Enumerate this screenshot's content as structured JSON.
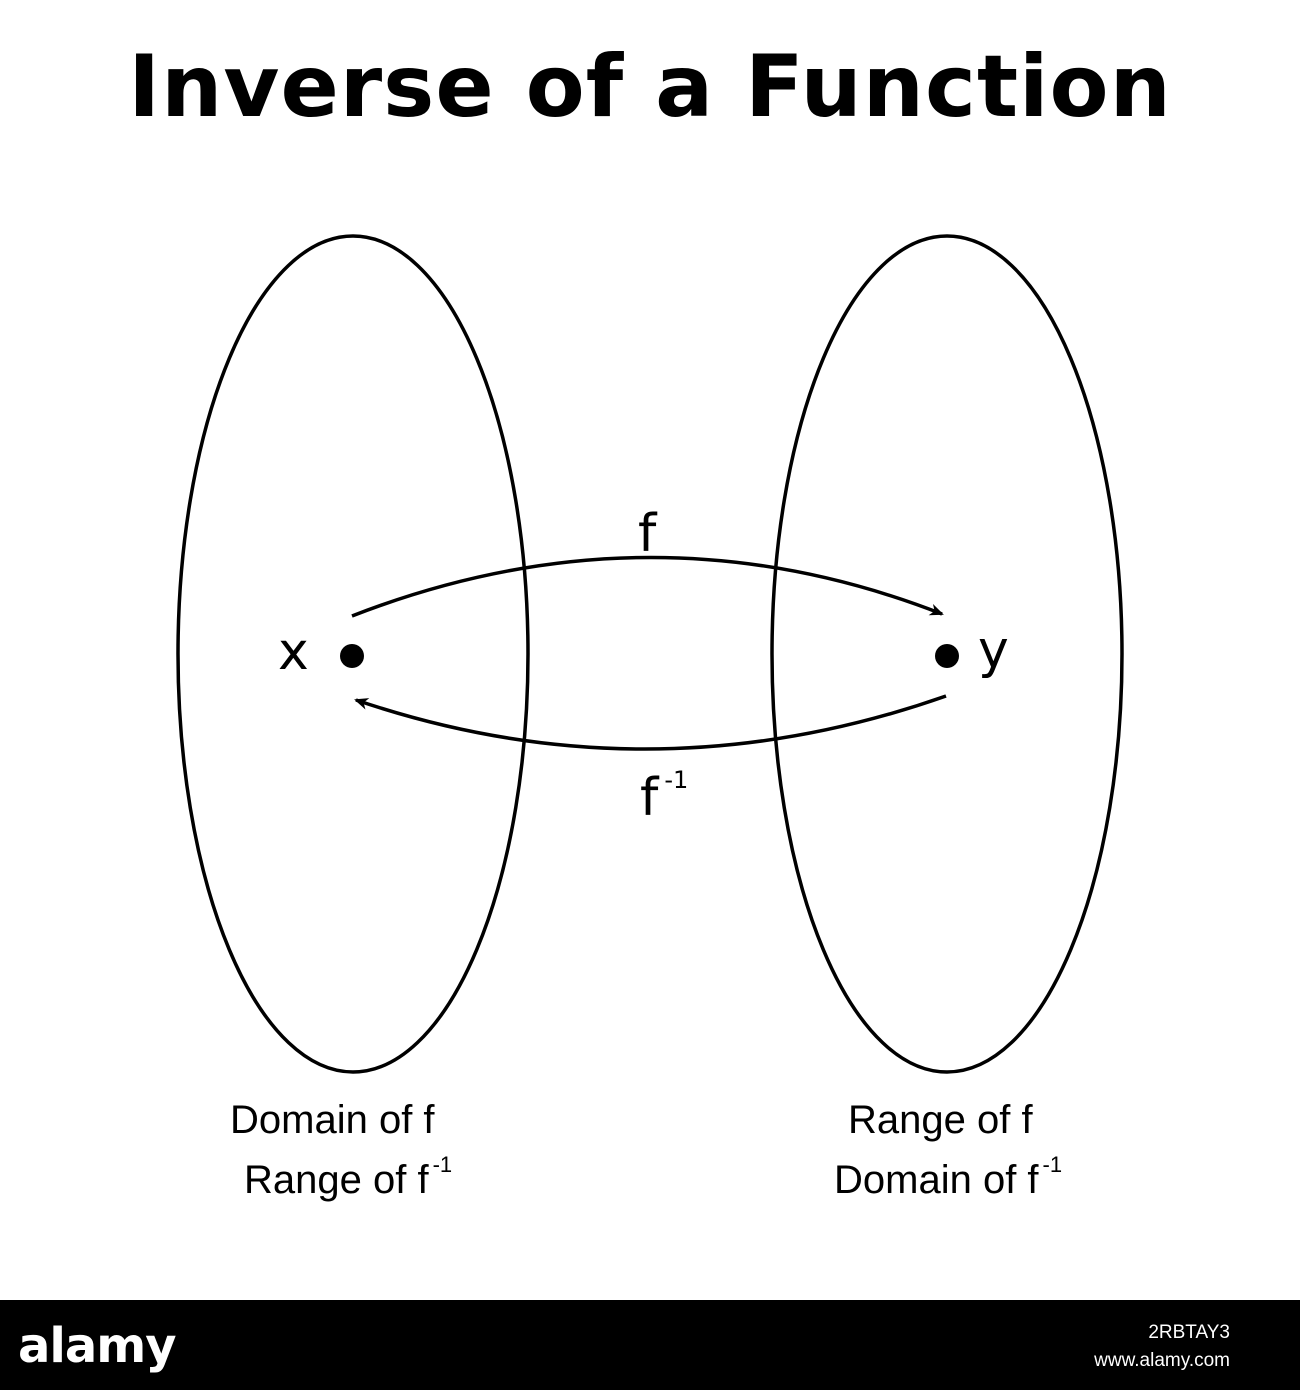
{
  "title": "Inverse of a Function",
  "labels": {
    "x": "x",
    "y": "y",
    "f": "f",
    "f_inv_base": "f",
    "f_inv_sup": "-1"
  },
  "left_set": {
    "line1": "Domain of f",
    "line2_base": "Range of f",
    "line2_sup": "-1"
  },
  "right_set": {
    "line1": "Range of f",
    "line2_base": "Domain of f",
    "line2_sup": "-1"
  },
  "footer": {
    "logo": "alamy",
    "code": "2RBTAY3",
    "url": "www.alamy.com"
  }
}
